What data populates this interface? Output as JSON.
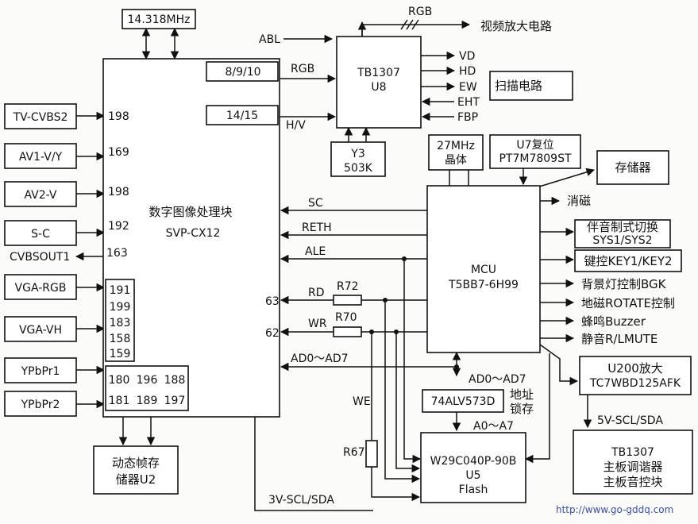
{
  "crystal_top": "14.318MHz",
  "main_block": {
    "title": "数字图像处理块",
    "model": "SVP-CX12"
  },
  "inputs": [
    {
      "label": "TV-CVBS2",
      "pin": "198"
    },
    {
      "label": "AV1-V/Y",
      "pin": "169"
    },
    {
      "label": "AV2-V",
      "pin": "198"
    },
    {
      "label": "S-C",
      "pin": "192"
    }
  ],
  "cvbsout": {
    "label": "CVBSOUT1",
    "pin": "163"
  },
  "vga_rgb": "VGA-RGB",
  "vga_vh": "VGA-VH",
  "vga_pins": [
    "191",
    "199",
    "183",
    "158",
    "159"
  ],
  "ypbpr1": "YPbPr1",
  "ypbpr2": "YPbPr2",
  "ypbpr_pins_row1": [
    "180",
    "196",
    "188"
  ],
  "ypbpr_pins_row2": [
    "181",
    "189",
    "197"
  ],
  "pin_8910": "8/9/10",
  "pin_1415": "14/15",
  "pin_63": "63",
  "pin_62": "62",
  "frame_memory": {
    "line1": "动态帧存",
    "line2": "储器U2"
  },
  "tb1307_u8": {
    "line1": "TB1307",
    "line2": "U8"
  },
  "y3": {
    "line1": "Y3",
    "line2": "503K"
  },
  "abl": "ABL",
  "rgb_top": "RGB",
  "video_amp": "视频放大电路",
  "rgb_mid": "RGB",
  "hv": "H/V",
  "deflect_signals": [
    "VD",
    "HD",
    "EW",
    "EHT",
    "FBP"
  ],
  "scan_circuit": "扫描电路",
  "crystal_27": {
    "line1": "27MHz",
    "line2": "晶体"
  },
  "u7": {
    "line1": "U7复位",
    "line2": "PT7M7809ST"
  },
  "storage": "存储器",
  "mcu": {
    "line1": "MCU",
    "line2": "T5BB7-6H99"
  },
  "mcu_outputs": {
    "degauss": "消磁",
    "sound_system": {
      "line1": "伴音制式切换",
      "line2": "SYS1/SYS2"
    },
    "keys": "键控KEY1/KEY2",
    "backlight": "背景灯控制BGK",
    "rotate": "地磁ROTATE控制",
    "buzzer": "蜂鸣Buzzer",
    "mute": "静音R/LMUTE"
  },
  "bus_signals": {
    "sc": "SC",
    "reth": "RETH",
    "ale": "ALE",
    "rd": "RD",
    "wr": "WR",
    "ad_bus": "AD0～AD7",
    "we": "WE"
  },
  "resistors": {
    "r72": "R72",
    "r70": "R70",
    "r67": "R67"
  },
  "latch": {
    "chip": "74ALV573D",
    "label1": "地址",
    "label2": "锁存",
    "bus_in": "AD0～AD7",
    "bus_out": "A0～A7"
  },
  "flash": {
    "line1": "W29C040P-90B",
    "line2": "U5",
    "line3": "Flash"
  },
  "u200": {
    "line1": "U200放大",
    "line2": "TC7WBD125AFK"
  },
  "bus_5v": "5V-SCL/SDA",
  "tb1307_main": {
    "line1": "TB1307",
    "line2": "主板调谐器",
    "line3": "主板音控块"
  },
  "bus_3v": "3V-SCL/SDA",
  "watermark": "http://www.go-gddq.com"
}
